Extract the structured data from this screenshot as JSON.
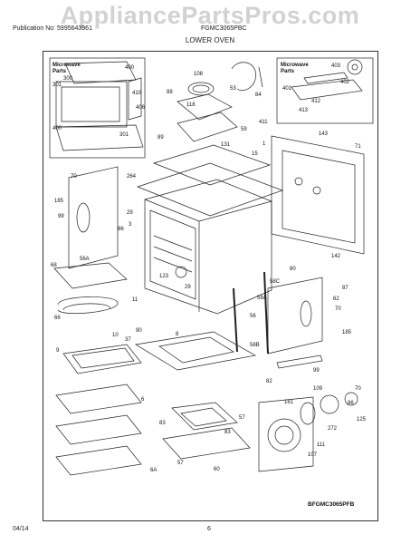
{
  "header": {
    "watermark": "AppliancePartsPros.com",
    "publication": "Publication No: 5995643961",
    "model": "FGMC3065PBC",
    "section_title": "LOWER OVEN"
  },
  "footer": {
    "date": "04/14",
    "page_number": "6",
    "figure_ref": "BFGMC3065PFB"
  },
  "inset_left": {
    "line1": "Microwave",
    "line2": "Parts"
  },
  "inset_right": {
    "line1": "Microwave",
    "line2": "Parts"
  },
  "callouts": [
    {
      "id": "c400a",
      "text": "400"
    },
    {
      "id": "c300",
      "text": "300"
    },
    {
      "id": "c301a",
      "text": "301"
    },
    {
      "id": "c410",
      "text": "410"
    },
    {
      "id": "c406",
      "text": "406"
    },
    {
      "id": "c400b",
      "text": "400"
    },
    {
      "id": "c301b",
      "text": "301"
    },
    {
      "id": "c108",
      "text": "108"
    },
    {
      "id": "c88",
      "text": "88"
    },
    {
      "id": "c53",
      "text": "53"
    },
    {
      "id": "c84",
      "text": "84"
    },
    {
      "id": "c118",
      "text": "118"
    },
    {
      "id": "c59",
      "text": "59"
    },
    {
      "id": "c89",
      "text": "89"
    },
    {
      "id": "c131",
      "text": "131"
    },
    {
      "id": "c15",
      "text": "15"
    },
    {
      "id": "c403",
      "text": "403"
    },
    {
      "id": "c401",
      "text": "401"
    },
    {
      "id": "c402",
      "text": "402"
    },
    {
      "id": "c412",
      "text": "412"
    },
    {
      "id": "c411",
      "text": "411"
    },
    {
      "id": "c413",
      "text": "413"
    },
    {
      "id": "c143",
      "text": "143"
    },
    {
      "id": "c71",
      "text": "71"
    },
    {
      "id": "c1",
      "text": "1"
    },
    {
      "id": "c70a",
      "text": "70"
    },
    {
      "id": "c264",
      "text": "264"
    },
    {
      "id": "c185a",
      "text": "185"
    },
    {
      "id": "c99a",
      "text": "99"
    },
    {
      "id": "c29a",
      "text": "29"
    },
    {
      "id": "c3",
      "text": "3"
    },
    {
      "id": "c86",
      "text": "86"
    },
    {
      "id": "c56A",
      "text": "56A"
    },
    {
      "id": "c68",
      "text": "68"
    },
    {
      "id": "c123",
      "text": "123"
    },
    {
      "id": "c29b",
      "text": "29"
    },
    {
      "id": "c58C",
      "text": "58C"
    },
    {
      "id": "c80",
      "text": "80"
    },
    {
      "id": "c142",
      "text": "142"
    },
    {
      "id": "c58A",
      "text": "58A"
    },
    {
      "id": "c11",
      "text": "11"
    },
    {
      "id": "c87",
      "text": "87"
    },
    {
      "id": "c62",
      "text": "62"
    },
    {
      "id": "c66",
      "text": "66"
    },
    {
      "id": "c90",
      "text": "90"
    },
    {
      "id": "c70b",
      "text": "70"
    },
    {
      "id": "c56",
      "text": "56"
    },
    {
      "id": "c10",
      "text": "10"
    },
    {
      "id": "c37",
      "text": "37"
    },
    {
      "id": "c9",
      "text": "9"
    },
    {
      "id": "c8",
      "text": "8"
    },
    {
      "id": "c58B",
      "text": "58B"
    },
    {
      "id": "c185b",
      "text": "185"
    },
    {
      "id": "c99b",
      "text": "99"
    },
    {
      "id": "c82",
      "text": "82"
    },
    {
      "id": "c6",
      "text": "6"
    },
    {
      "id": "c161",
      "text": "161"
    },
    {
      "id": "c109",
      "text": "109"
    },
    {
      "id": "c70c",
      "text": "70"
    },
    {
      "id": "c86b",
      "text": "86"
    },
    {
      "id": "c83a",
      "text": "83"
    },
    {
      "id": "c57a",
      "text": "57"
    },
    {
      "id": "c272",
      "text": "272"
    },
    {
      "id": "c125",
      "text": "125"
    },
    {
      "id": "c111",
      "text": "111"
    },
    {
      "id": "c83b",
      "text": "83"
    },
    {
      "id": "c107",
      "text": "107"
    },
    {
      "id": "c6A",
      "text": "6A"
    },
    {
      "id": "c57b",
      "text": "57"
    },
    {
      "id": "c60",
      "text": "60"
    }
  ]
}
